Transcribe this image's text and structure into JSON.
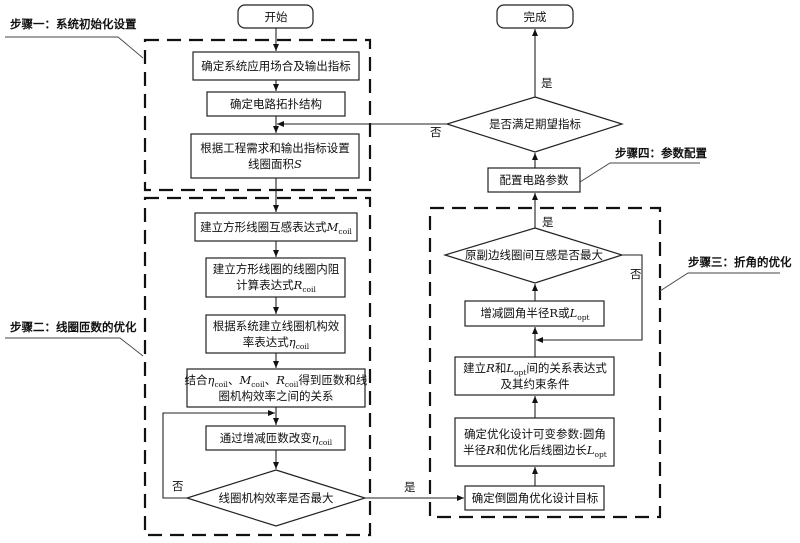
{
  "steps": {
    "step1": "步骤一：系统初始化设置",
    "step2": "步骤二：线圈匝数的优化",
    "step3": "步骤三：折角的优化",
    "step4": "步骤四：参数配置"
  },
  "terminals": {
    "start": "开始",
    "finish": "完成"
  },
  "branch_labels": {
    "yes": "是",
    "no": "否"
  },
  "nodes": {
    "n1": [
      [
        {
          "t": "确定系统应用场合及输出指标"
        }
      ]
    ],
    "n2": [
      [
        {
          "t": "确定电路拓扑结构"
        }
      ]
    ],
    "n3": [
      [
        {
          "t": "根据工程需求和输出指标设置"
        }
      ],
      [
        {
          "t": "线圈面积"
        },
        {
          "t": "S",
          "s": "i"
        }
      ]
    ],
    "n4": [
      [
        {
          "t": "建立方形线圈互感表达式"
        },
        {
          "t": "M",
          "s": "i"
        },
        {
          "t": "coil",
          "s": "sub"
        }
      ]
    ],
    "n5": [
      [
        {
          "t": "建立方形线圈的线圈内阻"
        }
      ],
      [
        {
          "t": "计算表达式"
        },
        {
          "t": "R",
          "s": "i"
        },
        {
          "t": "coil",
          "s": "sub"
        }
      ]
    ],
    "n6": [
      [
        {
          "t": "根据系统建立线圈机构效"
        }
      ],
      [
        {
          "t": "率表达式"
        },
        {
          "t": "η",
          "s": "i"
        },
        {
          "t": "coil",
          "s": "sub"
        }
      ]
    ],
    "n7": [
      [
        {
          "t": "结合"
        },
        {
          "t": "η",
          "s": "i"
        },
        {
          "t": "coil",
          "s": "sub"
        },
        {
          "t": "、"
        },
        {
          "t": "M",
          "s": "i"
        },
        {
          "t": "coil",
          "s": "sub"
        },
        {
          "t": "、"
        },
        {
          "t": "R",
          "s": "i"
        },
        {
          "t": "coil",
          "s": "sub"
        },
        {
          "t": "得到匝数和线"
        }
      ],
      [
        {
          "t": "圈机构效率之间的关系"
        }
      ]
    ],
    "n8": [
      [
        {
          "t": "通过增减匝数改变"
        },
        {
          "t": "η",
          "s": "i"
        },
        {
          "t": "coil",
          "s": "sub"
        }
      ]
    ],
    "d1": [
      [
        {
          "t": "线圈机构效率是否最大"
        }
      ]
    ],
    "r1": [
      [
        {
          "t": "确定倒圆角优化设计目标"
        }
      ]
    ],
    "r2": [
      [
        {
          "t": "确定优化设计可变参数:圆角"
        }
      ],
      [
        {
          "t": "半径"
        },
        {
          "t": "R",
          "s": "i"
        },
        {
          "t": "和优化后线圈边长"
        },
        {
          "t": "L",
          "s": "i"
        },
        {
          "t": "opt",
          "s": "sub"
        }
      ]
    ],
    "r3": [
      [
        {
          "t": "建立"
        },
        {
          "t": "R",
          "s": "i"
        },
        {
          "t": "和"
        },
        {
          "t": "L",
          "s": "i"
        },
        {
          "t": "opt",
          "s": "sub"
        },
        {
          "t": "间的关系表达式"
        }
      ],
      [
        {
          "t": "及其约束条件"
        }
      ]
    ],
    "r4": [
      [
        {
          "t": "增减圆角半径R或"
        },
        {
          "t": "L",
          "s": "i"
        },
        {
          "t": "opt",
          "s": "sub"
        }
      ]
    ],
    "d3": [
      [
        {
          "t": "原副边线圈间互感是否最大"
        }
      ]
    ],
    "r5": [
      [
        {
          "t": "配置电路参数"
        }
      ]
    ],
    "d2": [
      [
        {
          "t": "是否满足期望指标"
        }
      ]
    ]
  }
}
